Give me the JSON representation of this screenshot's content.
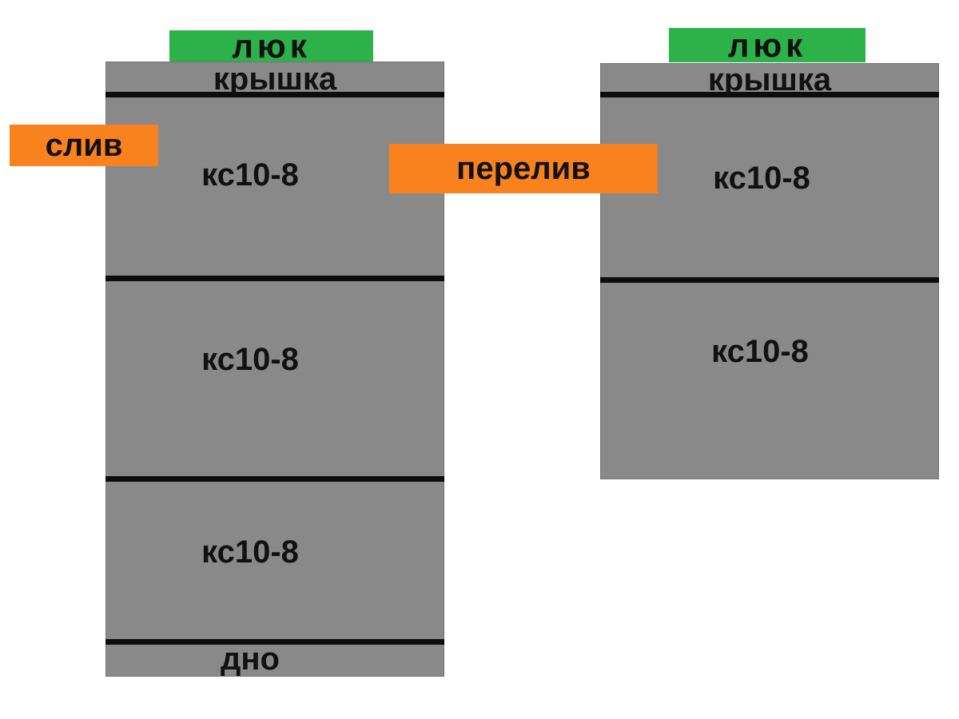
{
  "colors": {
    "background": "#ffffff",
    "tank_gray": "#898989",
    "tank_border": "#747474",
    "line_black": "#0d0d0d",
    "hatch_green": "#2db24a",
    "pipe_orange": "#f9821e",
    "label_text": "#111111"
  },
  "left_tank": {
    "hatch_label": "люк",
    "cover_label": "крышка",
    "ring1_label": "кс10-8",
    "ring2_label": "кс10-8",
    "ring3_label": "кс10-8",
    "bottom_label": "дно"
  },
  "right_tank": {
    "hatch_label": "люк",
    "cover_label": "крышка",
    "ring1_label": "кс10-8",
    "ring2_label": "кс10-8"
  },
  "connections": {
    "drain_label": "слив",
    "overflow_label": "перелив"
  }
}
